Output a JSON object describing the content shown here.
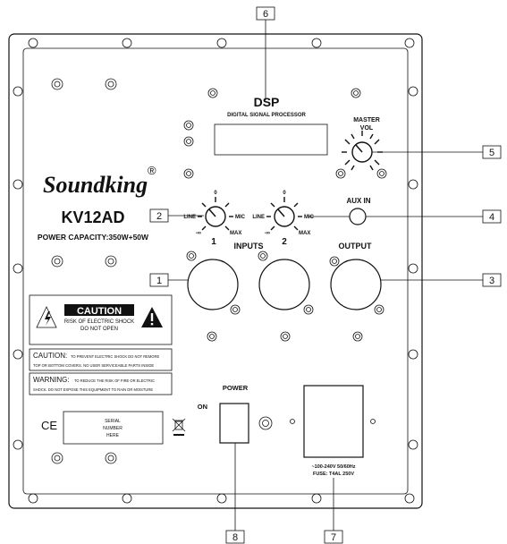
{
  "callouts": [
    "1",
    "2",
    "3",
    "4",
    "5",
    "6",
    "7",
    "8"
  ],
  "dsp": {
    "title": "DSP",
    "subtitle": "DIGITAL SIGNAL PROCESSOR"
  },
  "master": {
    "line1": "MASTER",
    "line2": "VOL"
  },
  "brand": {
    "name": "Soundking",
    "registered": "®",
    "model": "KV12AD",
    "power": "POWER CAPACITY:350W+50W"
  },
  "channel": {
    "line": "LINE",
    "mic": "MIC",
    "min": "-∞",
    "max": "MAX",
    "zero": "0"
  },
  "channels": [
    "1",
    "2"
  ],
  "aux_in": "AUX IN",
  "inputs": "INPUTS",
  "output": "OUTPUT",
  "caution": {
    "title": "CAUTION",
    "line1": "RISK OF ELECTRIC SHOCK",
    "line2": "DO NOT OPEN",
    "warn_icon": "lightning-triangle-icon",
    "exclaim_icon": "exclamation-triangle-icon"
  },
  "caution_text": {
    "head": "CAUTION:",
    "line1": "TO PREVENT ELECTRIC SHOCK DO NOT REMORE",
    "line2": "TOP OR BOTTOM COVERS. NO USER SERVICEABLE PARTS INSIDE"
  },
  "warning_text": {
    "head": "WARNING:",
    "line1": "TO REDUCE THE RISK OF FIRE OR ELECTRIC",
    "line2": "SHOCK. DO NOT EXPOSE THIS EQUIPMENT TO RAIN OR MOISTURE"
  },
  "ce": "CE",
  "serial": {
    "line1": "SERIAL",
    "line2": "NUMBER",
    "line3": "HERE"
  },
  "power": {
    "label": "POWER",
    "on": "ON"
  },
  "mains": {
    "line1": "~100-240V  50/60Hz",
    "line2": "FUSE: T4AL 250V"
  }
}
